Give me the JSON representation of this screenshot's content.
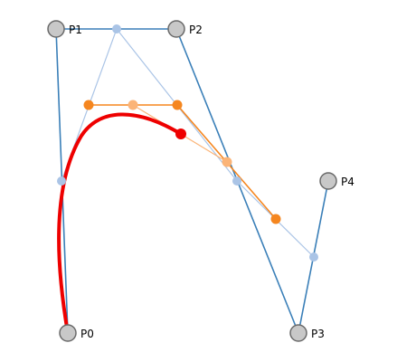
{
  "diagram": {
    "points": [
      {
        "label": "P0"
      },
      {
        "label": "P1"
      },
      {
        "label": "P2"
      },
      {
        "label": "P3"
      },
      {
        "label": "P4"
      }
    ],
    "colors": {
      "polygon": "#3a7fb8",
      "level1": "#aac4e6",
      "level2_points": "#f5861f",
      "level2_lines": "#f5861f",
      "level3_points": "#fbb478",
      "curve": "#ee0000",
      "control_fill": "#c8c8c8",
      "control_stroke": "#6a6a6a"
    }
  }
}
